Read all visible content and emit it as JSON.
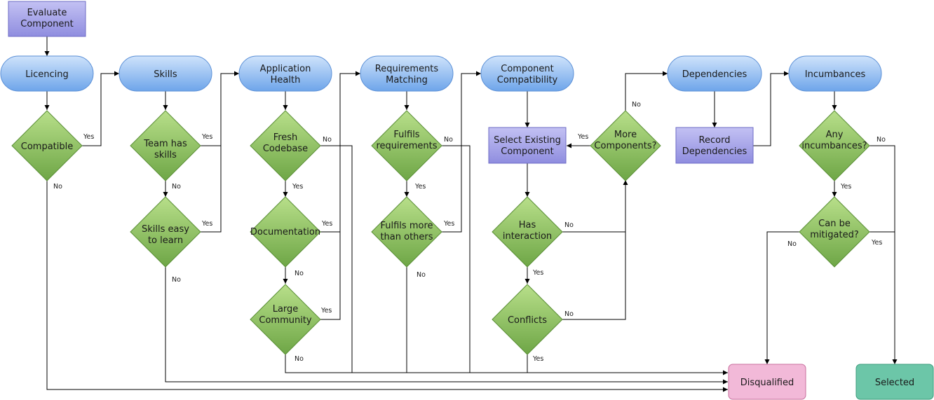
{
  "colors": {
    "process_fill_top": "#c3c1f3",
    "process_fill_bottom": "#8f8ddf",
    "process_stroke": "#6f6cc6",
    "terminal_fill_top": "#cfe3fb",
    "terminal_fill_bottom": "#6ea5ea",
    "terminal_stroke": "#5a8fd6",
    "decision_fill_top": "#b8df8a",
    "decision_fill_bottom": "#6ea646",
    "decision_stroke": "#5a8f36",
    "disqualified_fill": "#f2b9d8",
    "disqualified_stroke": "#c8709e",
    "selected_fill": "#6cc6a8",
    "selected_stroke": "#3e9d7e"
  },
  "nodes": {
    "evaluate": [
      "Evaluate",
      "Component"
    ],
    "licencing": [
      "Licencing"
    ],
    "skills": [
      "Skills"
    ],
    "application_health": [
      "Application",
      "Health"
    ],
    "requirements_matching": [
      "Requirements",
      "Matching"
    ],
    "component_compatibility": [
      "Component",
      "Compatibility"
    ],
    "dependencies": [
      "Dependencies"
    ],
    "incumbances": [
      "Incumbances"
    ],
    "compatible": [
      "Compatible"
    ],
    "team_has_skills": [
      "Team has",
      "skills"
    ],
    "skills_easy": [
      "Skills easy",
      "to learn"
    ],
    "fresh_codebase": [
      "Fresh",
      "Codebase"
    ],
    "documentation": [
      "Documentation"
    ],
    "large_community": [
      "Large",
      "Community"
    ],
    "fulfils_requirements": [
      "Fulfils",
      "requirements"
    ],
    "fulfils_more": [
      "Fulfils more",
      "than others"
    ],
    "select_existing": [
      "Select Existing",
      "Component"
    ],
    "has_interaction": [
      "Has",
      "interaction"
    ],
    "conflicts": [
      "Conflicts"
    ],
    "more_components": [
      "More",
      "Components?"
    ],
    "record_dependencies": [
      "Record",
      "Dependencies"
    ],
    "any_incumbances": [
      "Any",
      "incumbances?"
    ],
    "can_be_mitigated": [
      "Can be",
      "mitigated?"
    ],
    "disqualified": [
      "Disqualified"
    ],
    "selected": [
      "Selected"
    ]
  },
  "edge_labels": {
    "compatible_yes": "Yes",
    "compatible_no": "No",
    "team_yes": "Yes",
    "team_no": "No",
    "easy_yes": "Yes",
    "easy_no": "No",
    "fresh_no": "No",
    "fresh_yes": "Yes",
    "doc_yes": "Yes",
    "doc_no": "No",
    "large_yes": "Yes",
    "large_no": "No",
    "fulfils_no": "No",
    "fulfils_yes": "Yes",
    "more_yes": "Yes",
    "more_no": "No",
    "interaction_no": "No",
    "interaction_yes": "Yes",
    "conflicts_no": "No",
    "conflicts_yes": "Yes",
    "morecomp_yes": "Yes",
    "morecomp_no": "No",
    "any_no": "No",
    "any_yes": "Yes",
    "mitigated_no": "No",
    "mitigated_yes": "Yes"
  }
}
